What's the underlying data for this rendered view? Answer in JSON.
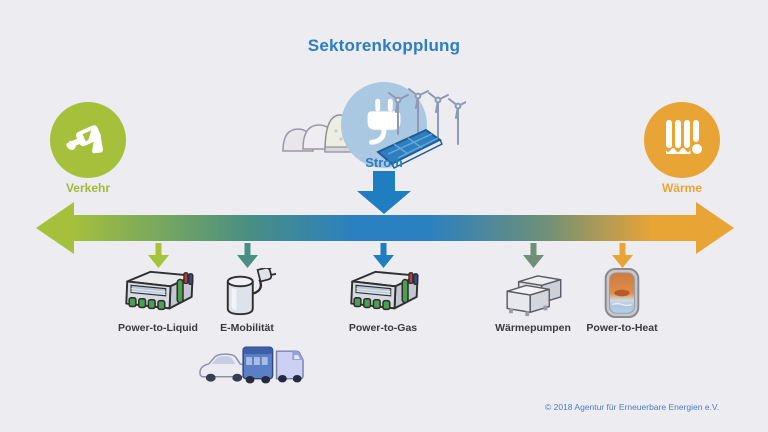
{
  "title": "Sektorenkopplung",
  "sectors": {
    "left": {
      "label": "Verkehr",
      "color": "#a6c03c",
      "icon": "fuel-nozzle-icon"
    },
    "center": {
      "label": "Strom",
      "color": "#2b7ec0",
      "circle_color": "#abc8e2",
      "icon": "power-plug-icon",
      "illustrations": [
        "biogas-domes-icon",
        "wind-turbines-icon",
        "solar-panel-icon"
      ]
    },
    "right": {
      "label": "Wärme",
      "color": "#e9a436",
      "icon": "radiator-icon"
    }
  },
  "flow_arrow": {
    "direction": "double-headed",
    "gradient": [
      "#a6c03c",
      "#2b80c1",
      "#e9a436"
    ]
  },
  "technologies": [
    {
      "label": "Power-to-Liquid",
      "arrow_color": "#a8c23a",
      "icon": "electrolyzer-icon"
    },
    {
      "label": "E-Mobilität",
      "arrow_color": "#4a8f82",
      "icon": "battery-plug-icon",
      "extra_icon": "vehicles-icon"
    },
    {
      "label": "Power-to-Gas",
      "arrow_color": "#1f7dc2",
      "icon": "electrolyzer-icon"
    },
    {
      "label": "Wärmepumpen",
      "arrow_color": "#6f9077",
      "icon": "heat-pump-icon"
    },
    {
      "label": "Power-to-Heat",
      "arrow_color": "#e9a436",
      "icon": "boiler-icon"
    }
  ],
  "footer": {
    "copyright": "© 2018 Agentur für Erneuerbare Energien e.V."
  },
  "colors": {
    "background": "#edecf1",
    "tech_label": "#3a3a3c",
    "title": "#2b7ec0"
  }
}
